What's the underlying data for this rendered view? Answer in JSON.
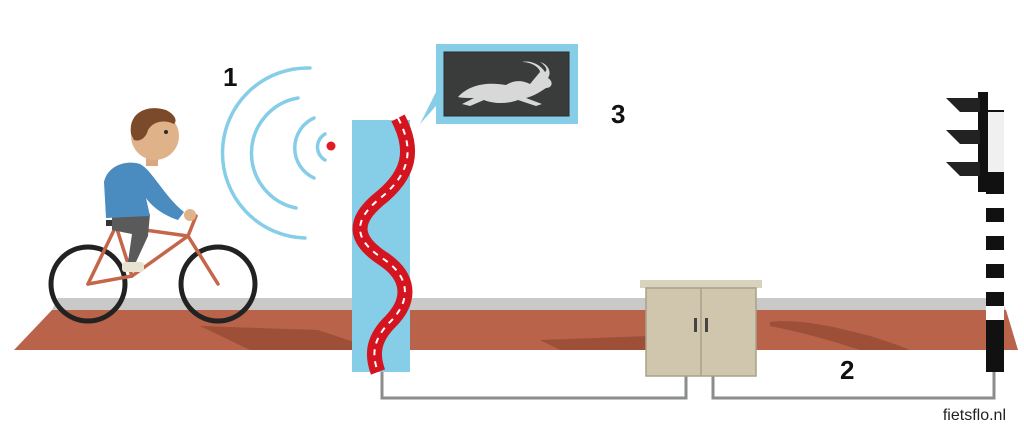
{
  "markers": {
    "one": "1",
    "two": "2",
    "three": "3"
  },
  "credit": "fietsflo.nl",
  "icons": {
    "display": "running-hare-icon",
    "sensor": "radar-waves-icon"
  },
  "colors": {
    "track": "#b9634a",
    "curb": "#c9cac8",
    "pole_blue": "#86cde8",
    "road_red": "#d4141f",
    "screen_frame": "#86cde8",
    "screen_bg": "#3a3c3c",
    "cabinet": "#cfc6ad",
    "signal_red": "#e11b22"
  }
}
